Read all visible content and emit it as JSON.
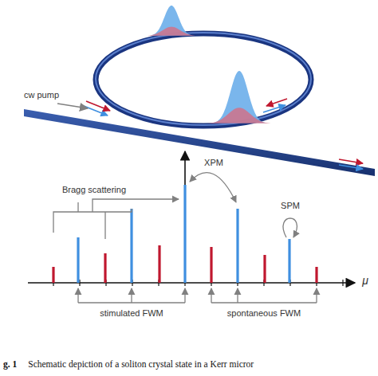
{
  "diagram": {
    "caption": "Schematic depiction of a soliton crystal state in a Kerr micror",
    "labels": [
      "cw pump",
      "Bragg scattering",
      "XPM",
      "SPM",
      "stimulated FWM",
      "spontaneous FWM",
      "μ",
      "g. 1"
    ]
  }
}
